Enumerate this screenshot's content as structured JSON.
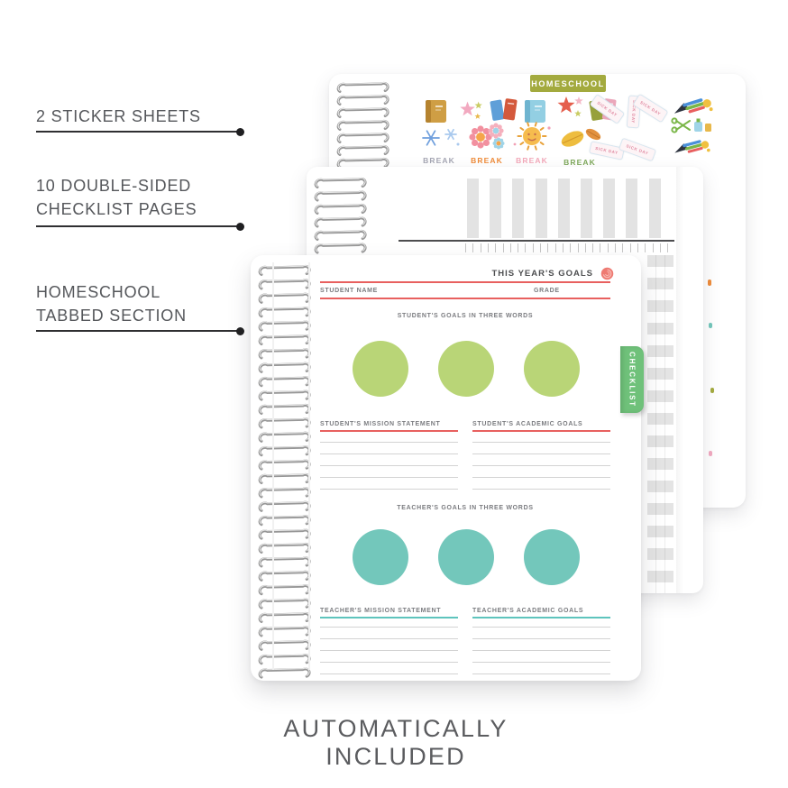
{
  "page": {
    "caption": "AUTOMATICALLY INCLUDED"
  },
  "callouts": [
    {
      "lines": [
        "2 STICKER SHEETS"
      ]
    },
    {
      "lines": [
        "10 DOUBLE-SIDED",
        "CHECKLIST PAGES"
      ]
    },
    {
      "lines": [
        "HOMESCHOOL",
        "TABBED SECTION"
      ]
    }
  ],
  "sticker_sheet": {
    "badge": "HOMESCHOOL",
    "badge_color": "#a3aa3e",
    "tape_label": "SICK DAY",
    "break_stickers": [
      {
        "id": "winter-break",
        "label": "BREAK",
        "label_color": "#a6a7b4"
      },
      {
        "id": "spring-break",
        "label": "BREAK",
        "label_color": "#ef8c3a"
      },
      {
        "id": "summer-break",
        "label": "BREAK",
        "label_color": "#f3a9ba"
      },
      {
        "id": "fall-break",
        "label": "BREAK",
        "label_color": "#7fa95c"
      }
    ],
    "simple_stickers": [
      "tan-book",
      "pink-stars",
      "book-stack",
      "blue-book",
      "coral-stars",
      "book-stack",
      "sick-day-tape",
      "sick-day-tape",
      "sick-day-tape",
      "paintbrush",
      "sick-day-tape",
      "sick-day-tape",
      "scissors-and-glue",
      "paintbrush",
      "fleck",
      "fleck",
      "fleck",
      "fleck"
    ]
  },
  "checklist_page": {
    "column_count": 9,
    "stripe_row_count": 15,
    "tick_count": 28
  },
  "goals_page": {
    "title": "THIS YEAR'S GOALS",
    "accent_color": "#e8605f",
    "student_name_label": "STUDENT NAME",
    "grade_label": "GRADE",
    "student_goals_heading": "STUDENT'S GOALS IN THREE WORDS",
    "student_mission_label": "STUDENT'S MISSION STATEMENT",
    "student_academic_label": "STUDENT'S ACADEMIC GOALS",
    "teacher_goals_heading": "TEACHER'S GOALS IN THREE WORDS",
    "teacher_mission_label": "TEACHER'S MISSION STATEMENT",
    "teacher_academic_label": "TEACHER'S ACADEMIC GOALS",
    "student_circle_color": "#b9d577",
    "teacher_circle_color": "#73c7bb",
    "teacher_accent_color": "#5ec4bd",
    "line_count_per_block": 5,
    "tab": {
      "label": "CHECKLIST",
      "color": "#6fc17a"
    }
  }
}
